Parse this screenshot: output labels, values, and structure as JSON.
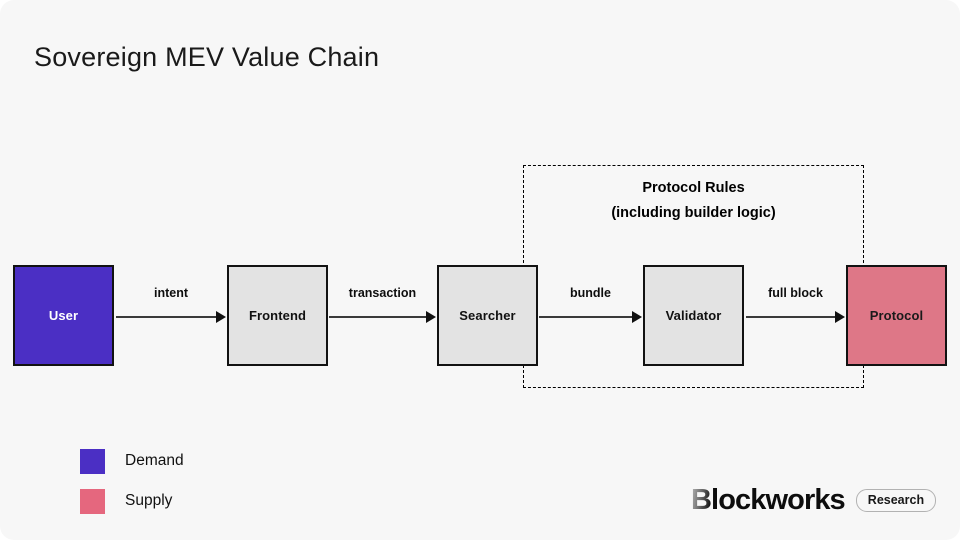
{
  "page": {
    "title": "Sovereign MEV Value Chain",
    "background_color": "#f7f7f7"
  },
  "diagram": {
    "type": "flow",
    "region": {
      "label_line1": "Protocol Rules",
      "label_line2": "(including builder logic)",
      "style": "dashed",
      "covers": [
        "Searcher",
        "Validator",
        "Protocol"
      ]
    },
    "nodes": [
      {
        "id": "user",
        "label": "User",
        "category": "demand",
        "fill": "#4b2fc4",
        "text_color": "#ffffff"
      },
      {
        "id": "frontend",
        "label": "Frontend",
        "category": "neutral",
        "fill": "#e3e3e3",
        "text_color": "#111111"
      },
      {
        "id": "searcher",
        "label": "Searcher",
        "category": "neutral",
        "fill": "#e3e3e3",
        "text_color": "#111111"
      },
      {
        "id": "validator",
        "label": "Validator",
        "category": "neutral",
        "fill": "#e3e3e3",
        "text_color": "#111111"
      },
      {
        "id": "protocol",
        "label": "Protocol",
        "category": "supply",
        "fill": "#de7787",
        "text_color": "#1a1a1a"
      }
    ],
    "edges": [
      {
        "from": "user",
        "to": "frontend",
        "label": "intent"
      },
      {
        "from": "frontend",
        "to": "searcher",
        "label": "transaction"
      },
      {
        "from": "searcher",
        "to": "validator",
        "label": "bundle"
      },
      {
        "from": "validator",
        "to": "protocol",
        "label": "full block"
      }
    ]
  },
  "legend": {
    "items": [
      {
        "label": "Demand",
        "color": "#4b2fc4"
      },
      {
        "label": "Supply",
        "color": "#e5677e"
      }
    ]
  },
  "brand": {
    "name_prefix": "B",
    "name_rest": "lockworks",
    "badge": "Research"
  }
}
